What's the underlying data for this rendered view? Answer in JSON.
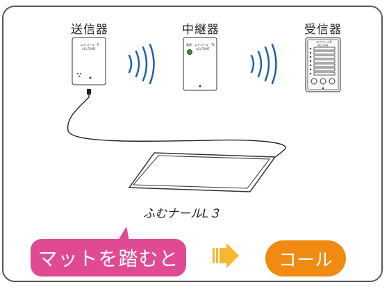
{
  "devices": {
    "transmitter": {
      "title": "送信器",
      "line1": "エアコール・R",
      "line2": "ACL-TAMS"
    },
    "repeater": {
      "title": "中継器",
      "line0": "電源",
      "line1": "エアコール・T1",
      "line2": "ACL-TAMT"
    },
    "receiver": {
      "title": "受信器",
      "line1": "エアコールR",
      "line2": "ACL-RN"
    }
  },
  "mat": {
    "label": "ふむナールL３"
  },
  "flow": {
    "trigger": "マットを踏むと",
    "result": "コール"
  },
  "colors": {
    "pink": "#e04a93",
    "orange": "#f08a10",
    "arrow": "#f7b830",
    "wave": "#1a5fb4"
  }
}
